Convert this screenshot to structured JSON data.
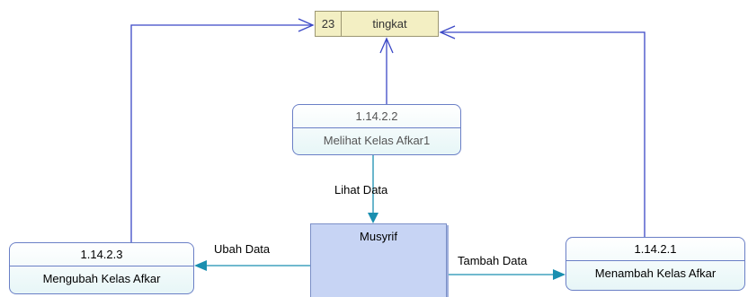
{
  "data_store": {
    "id": "23",
    "name": "tingkat"
  },
  "processes": {
    "center": {
      "id": "1.14.2.2",
      "name": "Melihat Kelas Afkar1"
    },
    "left": {
      "id": "1.14.2.3",
      "name": "Mengubah Kelas Afkar"
    },
    "right": {
      "id": "1.14.2.1",
      "name": "Menambah Kelas Afkar"
    }
  },
  "external_entity": {
    "name": "Musyrif"
  },
  "flows": {
    "lihat": "Lihat Data",
    "ubah": "Ubah Data",
    "tambah": "Tambah Data"
  },
  "colors": {
    "process_flow": "#3b48c6",
    "entity_flow": "#1a8fb0",
    "store_fill": "#f3efc3",
    "entity_fill": "#c7d4f4"
  }
}
